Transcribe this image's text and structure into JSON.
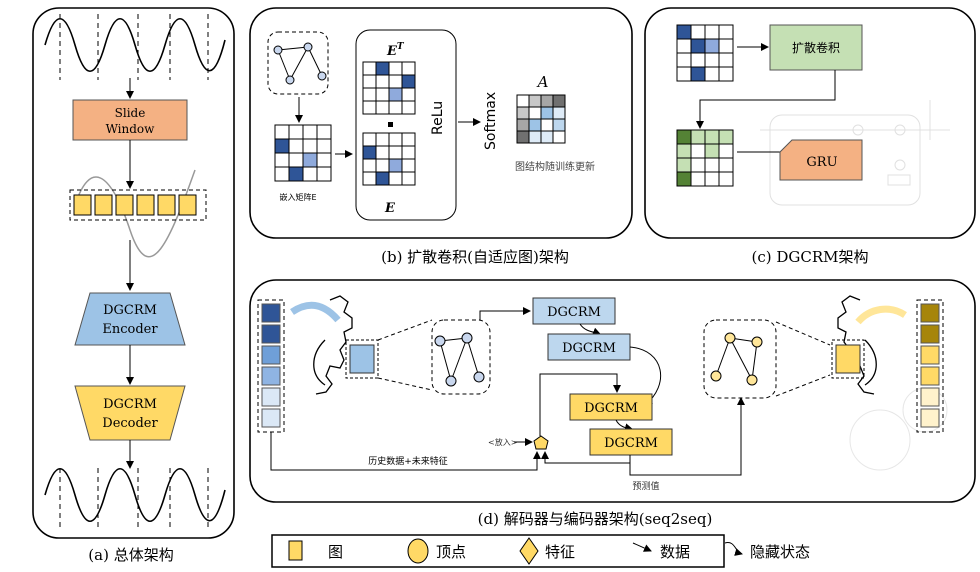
{
  "panel_a": {
    "caption": "(a) 总体架构",
    "slide_window_line1": "Slide",
    "slide_window_line2": "Window",
    "encoder_line1": "DGCRM",
    "encoder_line2": "Encoder",
    "decoder_line1": "DGCRM",
    "decoder_line2": "Decoder"
  },
  "panel_b": {
    "caption": "(b) 扩散卷积(自适应图)架构",
    "embed_label": "嵌入矩阵E",
    "et_label": "E",
    "et_sup": "T",
    "e_label": "E",
    "relu": "ReLu",
    "softmax": "Softmax",
    "a_label": "A",
    "update_label": "图结构随训练更新"
  },
  "panel_c": {
    "caption": "(c) DGCRM架构",
    "diffusion_conv": "扩散卷积",
    "gru": "GRU"
  },
  "panel_d": {
    "caption": "(d) 解码器与编码器架构(seq2seq)",
    "dgcrm": "DGCRM",
    "put_in": "<放入>",
    "history_label": "历史数据+未来特征",
    "prediction_label": "预测值"
  },
  "legend": {
    "graph": "图",
    "vertex": "顶点",
    "feature": "特征",
    "data": "数据",
    "hidden": "隐藏状态"
  },
  "colors": {
    "blue_dark": "#2f5597",
    "blue_light": "#9dc3e6",
    "yellow": "#ffd966",
    "salmon": "#f4b183",
    "green": "#c5e0b4"
  }
}
